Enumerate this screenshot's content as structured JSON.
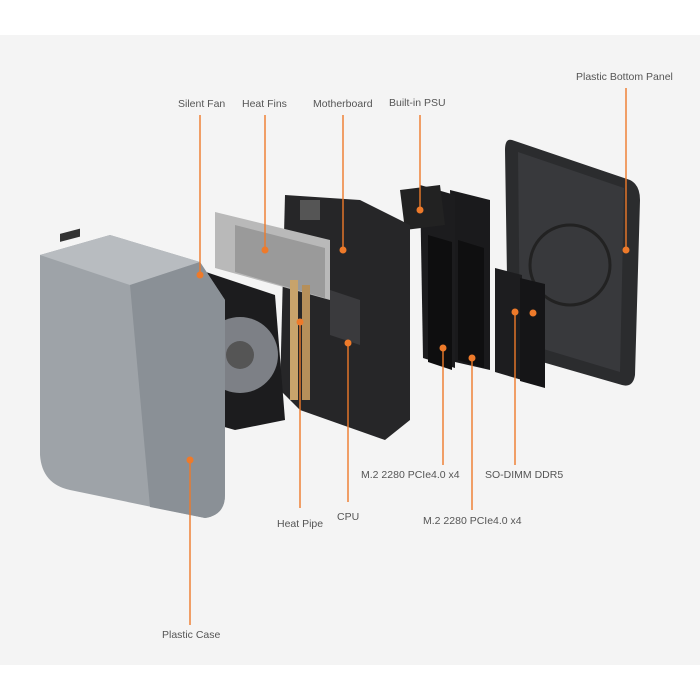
{
  "colors": {
    "accent": "#ee7a2a",
    "background": "#f4f4f4",
    "label": "#555555"
  },
  "labels": {
    "silent_fan": "Silent Fan",
    "heat_fins": "Heat Fins",
    "motherboard": "Motherboard",
    "built_in_psu": "Built-in PSU",
    "plastic_bottom_panel": "Plastic Bottom Panel",
    "plastic_case": "Plastic Case",
    "heat_pipe": "Heat Pipe",
    "cpu": "CPU",
    "m2_slot_1": "M.2 2280 PCIe4.0 x4",
    "m2_slot_2": "M.2 2280 PCIe4.0 x4",
    "so_dimm": "SO-DIMM DDR5"
  }
}
